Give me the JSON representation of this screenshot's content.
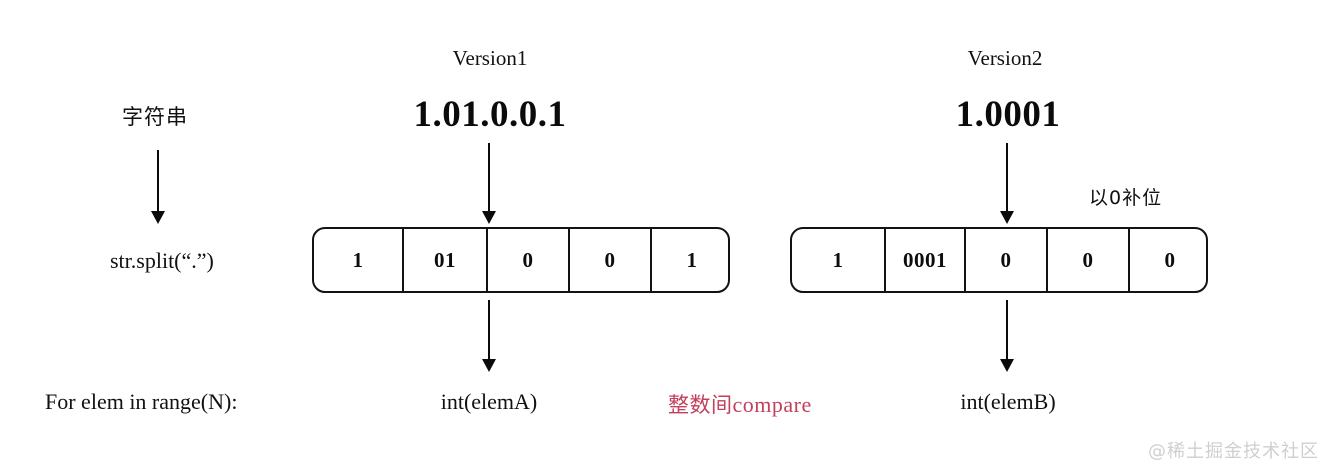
{
  "diagram": {
    "title_hidden": "",
    "row_labels": {
      "string_label": "字符串",
      "split_label": "str.split(“.”)",
      "loop_label": "For elem in range(N):"
    },
    "columns": [
      {
        "id": "version1",
        "title": "Version1",
        "value": "1.01.0.0.1",
        "cells": [
          "1",
          "01",
          "0",
          "0",
          "1"
        ],
        "result_label": "int(elemA)"
      },
      {
        "id": "version2",
        "title": "Version2",
        "value": "1.0001",
        "cells": [
          "1",
          "0001",
          "0",
          "0",
          "0"
        ],
        "result_label": "int(elemB)",
        "note": "以0补位"
      }
    ],
    "center_note": {
      "cjk": "整数间",
      "latin": "compare",
      "color": "#c2405c"
    },
    "watermark": "@稀土掘金技术社区",
    "colors": {
      "stroke": "#121212",
      "text": "#111111",
      "accent": "#c2405c",
      "watermark": "#cfcfcf",
      "background": "#ffffff"
    }
  }
}
